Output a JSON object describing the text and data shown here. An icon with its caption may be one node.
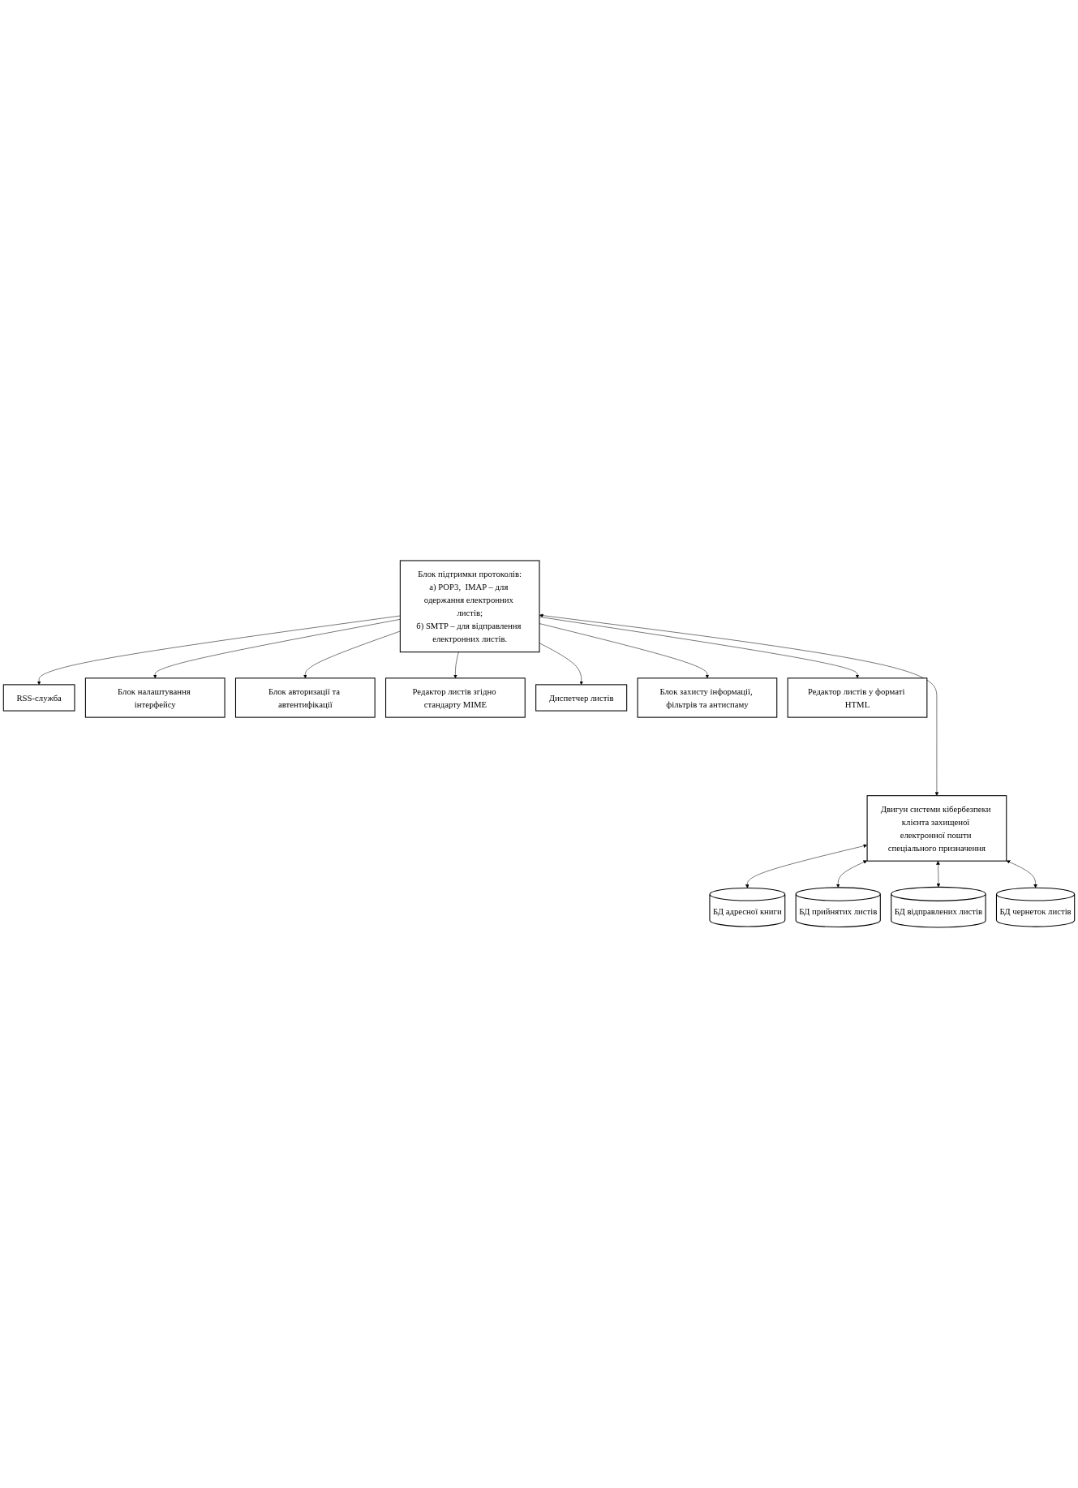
{
  "diagram": {
    "nodes": [
      {
        "text": [
          "Блок підтримки протоколів:",
          "а) POP3,  IMAP – для одержання електронних листів;",
          "б) SMTP – для відправлення електронних листів."
        ]
      },
      {
        "text": [
          "RSS-служба"
        ]
      },
      {
        "text": [
          "Блок налаштування інтерфейсу"
        ]
      },
      {
        "text": [
          "Блок авторизації та автентифікації"
        ]
      },
      {
        "text": [
          "Редактор листів згідно стандарту MIME"
        ]
      },
      {
        "text": [
          "Диспетчер листів"
        ]
      },
      {
        "text": [
          "Блок захисту інформації, фільтрів та антиспаму"
        ]
      },
      {
        "text": [
          "Редактор листів у форматі HTML"
        ]
      },
      {
        "text": [
          "Двигун системи кібербезпеки клієнта захищеної електронної пошти спеціального призначення"
        ]
      },
      {
        "text": [
          "БД адресної книги"
        ]
      },
      {
        "text": [
          "БД прийнятих листів"
        ]
      },
      {
        "text": [
          "БД відправлених листів"
        ]
      },
      {
        "text": [
          "БД чернеток листів"
        ]
      }
    ],
    "edges": [
      {
        "from": 0,
        "to": 8,
        "arrow": "both"
      },
      {
        "from": 0,
        "to": 1,
        "arrow": "to"
      },
      {
        "from": 0,
        "to": 2,
        "arrow": "to"
      },
      {
        "from": 0,
        "to": 3,
        "arrow": "to"
      },
      {
        "from": 0,
        "to": 4,
        "arrow": "to"
      },
      {
        "from": 0,
        "to": 5,
        "arrow": "to"
      },
      {
        "from": 0,
        "to": 6,
        "arrow": "to"
      },
      {
        "from": 0,
        "to": 7,
        "arrow": "to"
      },
      {
        "from": 8,
        "to": 9,
        "arrow": "both"
      },
      {
        "from": 8,
        "to": 10,
        "arrow": "both"
      },
      {
        "from": 8,
        "to": 11,
        "arrow": "both"
      },
      {
        "from": 8,
        "to": 12,
        "arrow": "both"
      }
    ]
  }
}
